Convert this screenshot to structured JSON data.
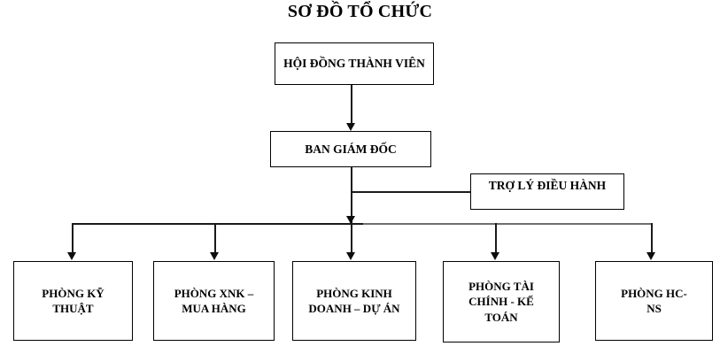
{
  "chart_data": {
    "type": "diagram",
    "title": "SƠ ĐỒ TỔ CHỨC",
    "diagram_kind": "organizational-chart",
    "orientation": "top-down",
    "nodes": [
      {
        "id": "hoi-dong-thanh-vien",
        "label": "HỘI ĐỒNG THÀNH VIÊN",
        "level": 1
      },
      {
        "id": "ban-giam-doc",
        "label": "BAN GIÁM ĐỐC",
        "level": 2
      },
      {
        "id": "tro-ly-dieu-hanh",
        "label": "TRỢ LÝ ĐIỀU HÀNH",
        "level": 3
      },
      {
        "id": "phong-ky-thuat",
        "label": "PHÒNG KỸ\nTHUẬT",
        "level": 4
      },
      {
        "id": "phong-xnk-mua-hang",
        "label": "PHÒNG XNK –\nMUA HÀNG",
        "level": 4
      },
      {
        "id": "phong-kinh-doanh-du-an",
        "label": "PHÒNG KINH\nDOANH – DỰ ÁN",
        "level": 4
      },
      {
        "id": "phong-tai-chinh-ke-toan",
        "label": "PHÒNG TÀI\nCHÍNH - KẾ\nTOÁN",
        "level": 4
      },
      {
        "id": "phong-hc-ns",
        "label": "PHÒNG HC-\nNS",
        "level": 4
      }
    ],
    "edges": [
      {
        "from": "hoi-dong-thanh-vien",
        "to": "ban-giam-doc",
        "style": "arrow"
      },
      {
        "from": "ban-giam-doc",
        "to": "tro-ly-dieu-hanh",
        "style": "line"
      },
      {
        "from": "ban-giam-doc",
        "to": "phong-ky-thuat",
        "style": "arrow"
      },
      {
        "from": "ban-giam-doc",
        "to": "phong-xnk-mua-hang",
        "style": "arrow"
      },
      {
        "from": "ban-giam-doc",
        "to": "phong-kinh-doanh-du-an",
        "style": "arrow"
      },
      {
        "from": "ban-giam-doc",
        "to": "phong-tai-chinh-ke-toan",
        "style": "arrow"
      },
      {
        "from": "ban-giam-doc",
        "to": "phong-hc-ns",
        "style": "arrow"
      }
    ],
    "colors": {
      "background": "#ffffff",
      "box_border": "#000000",
      "text": "#000000",
      "connector": "#1a1a1a",
      "bus_connector": "#6e6e6e"
    }
  }
}
